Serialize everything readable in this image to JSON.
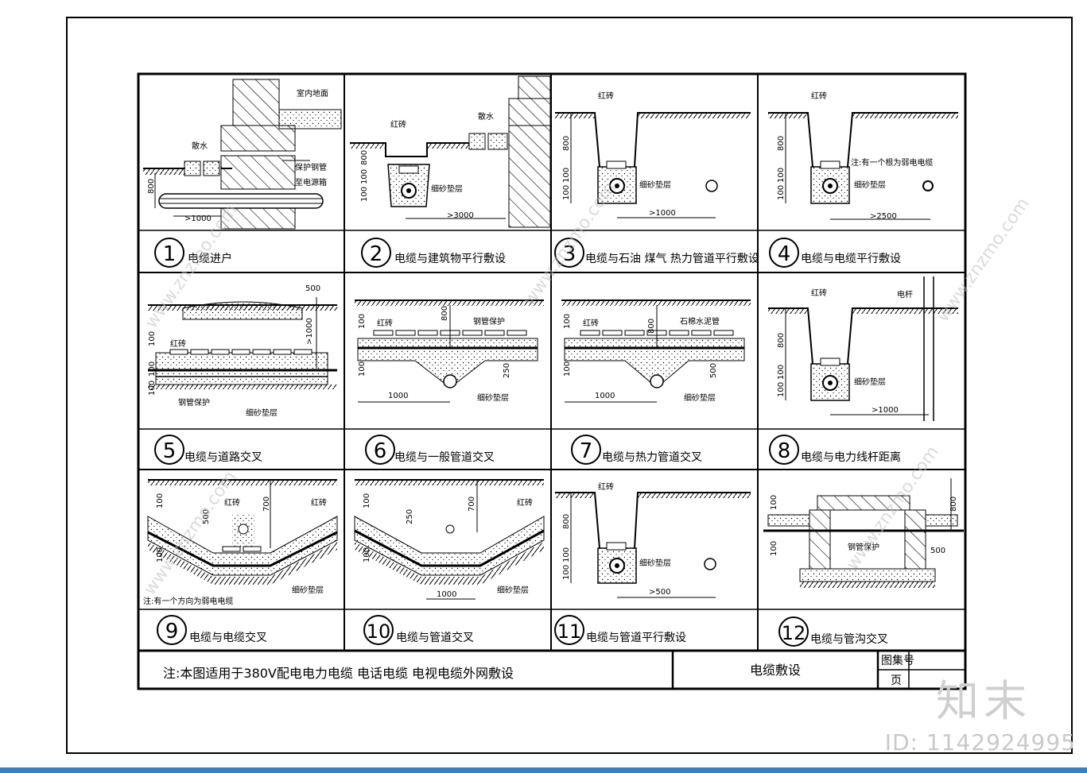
{
  "panels": [
    {
      "num": "1",
      "caption": "电缆进户",
      "labels": [
        "室内地面",
        "散水",
        "保护钢管",
        "至电源箱",
        "800",
        ">1000"
      ]
    },
    {
      "num": "2",
      "caption": "电缆与建筑物平行敷设",
      "labels": [
        "红砖",
        "散水",
        "细砂垫层",
        "800",
        "100",
        "100",
        ">3000"
      ]
    },
    {
      "num": "3",
      "caption": "电缆与石油 煤气 热力管道平行敷设",
      "labels": [
        "红砖",
        "800",
        "100",
        "100",
        "细砂垫层",
        ">1000"
      ]
    },
    {
      "num": "4",
      "caption": "电缆与电缆平行敷设",
      "labels": [
        "红砖",
        "注:有一个根为弱电电缆",
        "800",
        "100",
        "100",
        "细砂垫层",
        ">2500"
      ]
    },
    {
      "num": "5",
      "caption": "电缆与道路交叉",
      "labels": [
        "500",
        ">1000",
        "100",
        "红砖",
        "100",
        "100",
        "钢管保护",
        "细砂垫层"
      ]
    },
    {
      "num": "6",
      "caption": "电缆与一般管道交叉",
      "labels": [
        "100",
        "红砖",
        "800",
        "钢管保护",
        "100",
        "250",
        "1000",
        "细砂垫层"
      ]
    },
    {
      "num": "7",
      "caption": "电缆与热力管道交叉",
      "labels": [
        "100",
        "红砖",
        "800",
        "石棉水泥管",
        "100",
        "500",
        "1000",
        "细砂垫层"
      ]
    },
    {
      "num": "8",
      "caption": "电缆与电力线杆距离",
      "labels": [
        "红砖",
        "电杆",
        "800",
        "100",
        "100",
        "细砂垫层",
        ">1000"
      ]
    },
    {
      "num": "9",
      "caption": "电缆与电缆交叉",
      "labels": [
        "100",
        "红砖",
        "700",
        "红砖",
        "500",
        "100",
        "细砂垫层",
        "注:有一个方向为弱电电缆"
      ]
    },
    {
      "num": "10",
      "caption": "电缆与管道交叉",
      "labels": [
        "100",
        "250",
        "700",
        "红砖",
        "100",
        "1000",
        "细砂垫层"
      ]
    },
    {
      "num": "11",
      "caption": "电缆与管道平行敷设",
      "labels": [
        "红砖",
        "800",
        "100",
        "100",
        "细砂垫层",
        ">500"
      ]
    },
    {
      "num": "12",
      "caption": "电缆与管沟交叉",
      "labels": [
        "800",
        "100",
        "100",
        "钢管保护",
        "500"
      ]
    }
  ],
  "title_block": {
    "note": "注:本图适用于380V配电电力电缆 电话电缆 电视电缆外网敷设",
    "title": "电缆敷设",
    "atlas_label": "图集号",
    "page_label": "页"
  },
  "watermark": {
    "brand": "知末",
    "id": "ID: 1142924995",
    "site": "www.znzmo.com"
  }
}
